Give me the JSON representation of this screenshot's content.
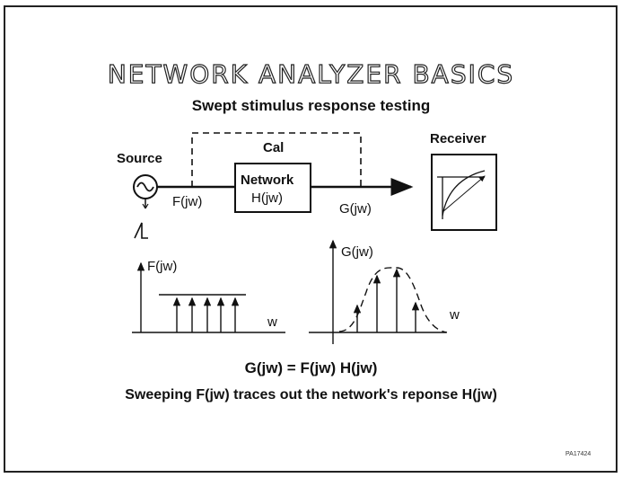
{
  "title": "NETWORK ANALYZER BASICS",
  "subtitle": "Swept stimulus response testing",
  "labels": {
    "source": "Source",
    "cal": "Cal",
    "receiver": "Receiver",
    "network": "Network",
    "h_jw": "H(jw)",
    "f_jw": "F(jw)",
    "g_jw": "G(jw)",
    "f_axis_label": "F(jw)",
    "g_axis_label": "G(jw)",
    "w_axis_1": "w",
    "w_axis_2": "w"
  },
  "equation": "G(jw) = F(jw) H(jw)",
  "caption": "Sweeping F(jw) traces out the network's reponse H(jw)",
  "reference": "PA17424"
}
